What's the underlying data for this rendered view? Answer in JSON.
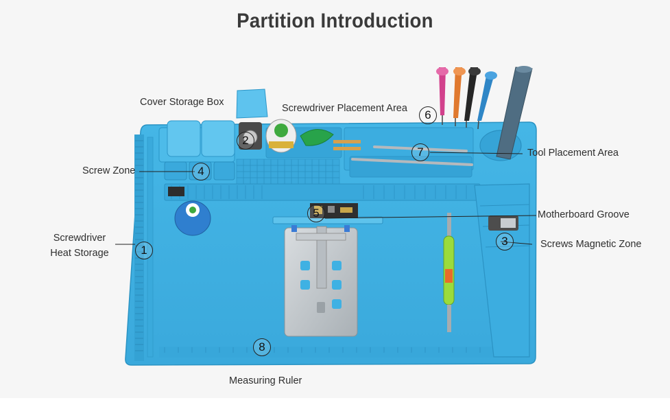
{
  "title": "Partition Introduction",
  "labels": {
    "cover_storage_box": "Cover Storage Box",
    "screwdriver_placement_area": "Screwdriver Placement Area",
    "tool_placement_area": "Tool Placement Area",
    "screw_zone": "Screw Zone",
    "motherboard_groove": "Motherboard Groove",
    "screwdriver_heat_storage_line1": "Screwdriver",
    "screwdriver_heat_storage_line2": "Heat Storage",
    "screws_magnetic_zone": "Screws Magnetic Zone",
    "measuring_ruler": "Measuring Ruler"
  },
  "markers": {
    "m1": "1",
    "m2": "2",
    "m3": "3",
    "m4": "4",
    "m5": "5",
    "m6": "6",
    "m7": "7",
    "m8": "8"
  },
  "colors": {
    "mat": "#3fb1e3",
    "mat_dark": "#2b97c9",
    "mat_light": "#7fd0f1",
    "text": "#2e2e2e",
    "background": "#f6f6f6"
  }
}
